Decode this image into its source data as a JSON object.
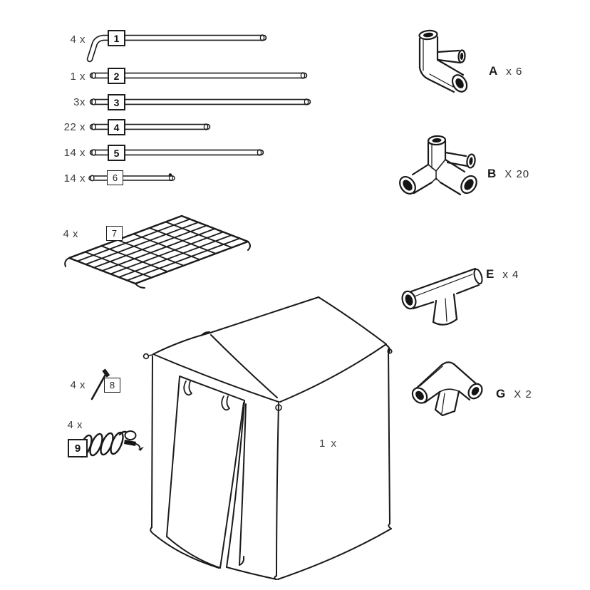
{
  "parts": [
    {
      "id": "1",
      "qty": "4 x",
      "shape": "bent-hook-pole"
    },
    {
      "id": "2",
      "qty": "1 x",
      "shape": "long-pole"
    },
    {
      "id": "3",
      "qty": "3x",
      "shape": "long-pole"
    },
    {
      "id": "4",
      "qty": "22 x",
      "shape": "short-pole"
    },
    {
      "id": "5",
      "qty": "14 x",
      "shape": "medium-pole"
    },
    {
      "id": "6",
      "qty": "14 x",
      "shape": "short-pole-with-pin"
    },
    {
      "id": "7",
      "qty": "4 x",
      "shape": "wire-mesh-shelf-panel"
    },
    {
      "id": "8",
      "qty": "4 x",
      "shape": "ground-stake"
    },
    {
      "id": "9",
      "qty": "4 x",
      "shape": "rope-coil-with-toggle"
    }
  ],
  "connectors": [
    {
      "id": "A",
      "qty": "x 6",
      "shape": "three-way-corner-connector"
    },
    {
      "id": "B",
      "qty": "X 20",
      "shape": "four-way-cross-connector"
    },
    {
      "id": "E",
      "qty": "x 4",
      "shape": "tee-connector"
    },
    {
      "id": "G",
      "qty": "X 2",
      "shape": "elbow-connector-with-leg"
    }
  ],
  "cover": {
    "qty": "1 x",
    "shape": "greenhouse-tent-cover"
  },
  "colors": {
    "line": "#1a1a1a",
    "opening": "#141414",
    "label_text": "#414141",
    "background": "#ffffff"
  }
}
